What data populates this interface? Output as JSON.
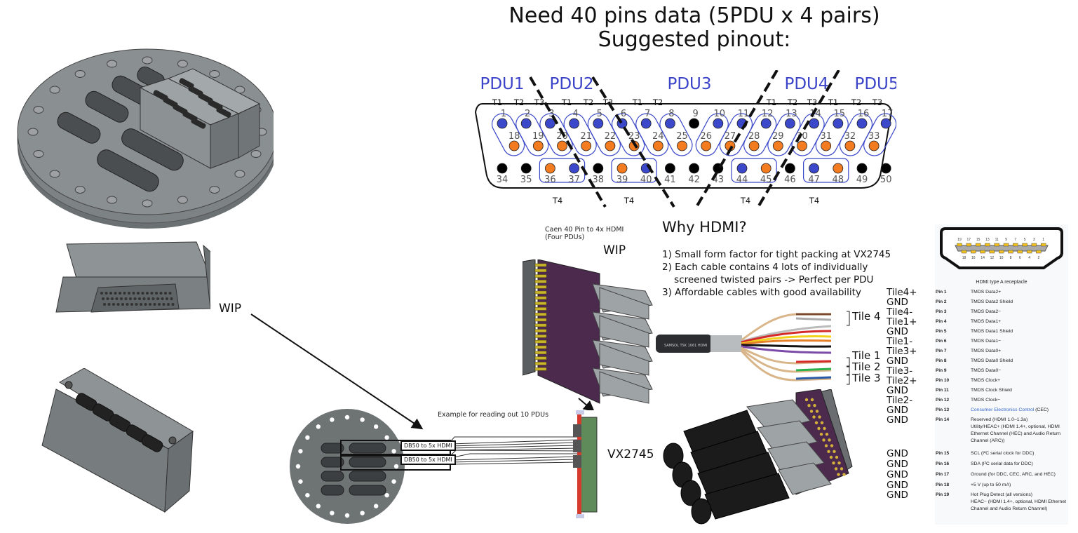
{
  "title": {
    "line1": "Need 40 pins data (5PDU x 4 pairs)",
    "line2": "Suggested pinout:"
  },
  "colors": {
    "pdu_label": "#3b43c8",
    "pin_blue": "#3b48c9",
    "pin_orange": "#f37b20",
    "pin_black": "#000000",
    "pair_outline": "#3b48c9",
    "flange_gray": "#6e7374",
    "hdmi_link": "#3366cc"
  },
  "pinout": {
    "pdu_labels": [
      "PDU1",
      "PDU2",
      "PDU3",
      "PDU4",
      "PDU5"
    ],
    "top_tile_labels": [
      "T1",
      "T2",
      "T3",
      "T1",
      "T2",
      "T3",
      "T1",
      "T2",
      "T1",
      "T2",
      "T3",
      "T1",
      "T2",
      "T3"
    ],
    "bottom_tile_labels": [
      "T4",
      "T4",
      "T4",
      "T4"
    ],
    "row1": [
      {
        "n": "1",
        "c": "blue"
      },
      {
        "n": "2",
        "c": "blue"
      },
      {
        "n": "3",
        "c": "blue"
      },
      {
        "n": "4",
        "c": "blue"
      },
      {
        "n": "5",
        "c": "blue"
      },
      {
        "n": "6",
        "c": "blue"
      },
      {
        "n": "7",
        "c": "blue"
      },
      {
        "n": "8",
        "c": "blue"
      },
      {
        "n": "9",
        "c": "black"
      },
      {
        "n": "10",
        "c": "blue"
      },
      {
        "n": "11",
        "c": "blue"
      },
      {
        "n": "12",
        "c": "blue"
      },
      {
        "n": "13",
        "c": "blue"
      },
      {
        "n": "14",
        "c": "blue"
      },
      {
        "n": "15",
        "c": "blue"
      },
      {
        "n": "16",
        "c": "blue"
      },
      {
        "n": "17",
        "c": "blue"
      }
    ],
    "row2": [
      {
        "n": "18",
        "c": "orange"
      },
      {
        "n": "19",
        "c": "orange"
      },
      {
        "n": "20",
        "c": "orange"
      },
      {
        "n": "21",
        "c": "orange"
      },
      {
        "n": "22",
        "c": "orange"
      },
      {
        "n": "23",
        "c": "orange"
      },
      {
        "n": "24",
        "c": "orange"
      },
      {
        "n": "25",
        "c": "orange"
      },
      {
        "n": "26",
        "c": "orange"
      },
      {
        "n": "27",
        "c": "orange"
      },
      {
        "n": "28",
        "c": "orange"
      },
      {
        "n": "29",
        "c": "orange"
      },
      {
        "n": "30",
        "c": "orange"
      },
      {
        "n": "31",
        "c": "orange"
      },
      {
        "n": "32",
        "c": "orange"
      },
      {
        "n": "33",
        "c": "orange"
      }
    ],
    "row3": [
      {
        "n": "34",
        "c": "black"
      },
      {
        "n": "35",
        "c": "black"
      },
      {
        "n": "36",
        "c": "orange"
      },
      {
        "n": "37",
        "c": "blue"
      },
      {
        "n": "38",
        "c": "black"
      },
      {
        "n": "39",
        "c": "orange"
      },
      {
        "n": "40",
        "c": "blue"
      },
      {
        "n": "41",
        "c": "black"
      },
      {
        "n": "42",
        "c": "black"
      },
      {
        "n": "43",
        "c": "black"
      },
      {
        "n": "44",
        "c": "blue"
      },
      {
        "n": "45",
        "c": "orange"
      },
      {
        "n": "46",
        "c": "black"
      },
      {
        "n": "47",
        "c": "blue"
      },
      {
        "n": "48",
        "c": "orange"
      },
      {
        "n": "49",
        "c": "black"
      },
      {
        "n": "50",
        "c": "black"
      }
    ]
  },
  "labels": {
    "wip_left": "WIP",
    "wip_adapter": "WIP",
    "adapter_caption_line1": "Caen 40 Pin to 4x HDMI",
    "adapter_caption_line2": "(Four PDUs)",
    "example_caption": "Example for reading out 10 PDUs",
    "db50_label_1": "DB50 to 5x HDMI",
    "db50_label_2": "DB50 to 5x HDMI",
    "vx_label": "VX2745",
    "cable_brand": "SAMSOL TSK 1061 HDMI"
  },
  "why_hdmi": {
    "title": "Why HDMI?",
    "items": [
      "1) Small form factor for tight packing at VX2745",
      "2) Each cable contains 4 lots of individually",
      "    screened twisted pairs -> Perfect per PDU",
      "3) Affordable cables with good availability"
    ]
  },
  "cable_tiles": [
    "Tile 4",
    "Tile 1",
    "Tile 2",
    "Tile 3"
  ],
  "hdmi_receptacle": {
    "caption": "HDMI type A receptacle",
    "top_pins": [
      "19",
      "17",
      "15",
      "13",
      "11",
      "9",
      "7",
      "5",
      "3",
      "1"
    ],
    "bottom_pins": [
      "18",
      "16",
      "14",
      "12",
      "10",
      "8",
      "6",
      "4",
      "2"
    ]
  },
  "hdmi_pins": [
    {
      "assign": "Tile4+",
      "pin": "Pin 1",
      "desc": "TMDS Data2+"
    },
    {
      "assign": "GND",
      "pin": "Pin 2",
      "desc": "TMDS Data2 Shield"
    },
    {
      "assign": "Tile4-",
      "pin": "Pin 3",
      "desc": "TMDS Data2−"
    },
    {
      "assign": "Tile1+",
      "pin": "Pin 4",
      "desc": "TMDS Data1+"
    },
    {
      "assign": "GND",
      "pin": "Pin 5",
      "desc": "TMDS Data1 Shield"
    },
    {
      "assign": "Tile1-",
      "pin": "Pin 6",
      "desc": "TMDS Data1−"
    },
    {
      "assign": "Tile3+",
      "pin": "Pin 7",
      "desc": "TMDS Data0+"
    },
    {
      "assign": "GND",
      "pin": "Pin 8",
      "desc": "TMDS Data0 Shield"
    },
    {
      "assign": "Tile3-",
      "pin": "Pin 9",
      "desc": "TMDS Data0−"
    },
    {
      "assign": "Tile2+",
      "pin": "Pin 10",
      "desc": "TMDS Clock+"
    },
    {
      "assign": "GND",
      "pin": "Pin 11",
      "desc": "TMDS Clock Shield"
    },
    {
      "assign": "Tile2-",
      "pin": "Pin 12",
      "desc": "TMDS Clock−"
    },
    {
      "assign": "GND",
      "pin": "Pin 13",
      "desc_link": "Consumer Electronics Control",
      "desc": " (CEC)"
    },
    {
      "assign": "GND",
      "pin": "Pin 14",
      "desc": "Reserved (HDMI 1.0–1.3a)",
      "desc2": "Utility/HEAC+ (HDMI 1.4+, optional, HDMI Ethernet Channel (HEC) and Audio Return Channel (ARC))"
    },
    {
      "assign": "GND",
      "pin": "Pin 15",
      "desc": "SCL (I²C serial clock for DDC)"
    },
    {
      "assign": "GND",
      "pin": "Pin 16",
      "desc": "SDA (I²C serial data for DDC)"
    },
    {
      "assign": "GND",
      "pin": "Pin 17",
      "desc": "Ground (for DDC, CEC, ARC, and HEC)"
    },
    {
      "assign": "GND",
      "pin": "Pin 18",
      "desc": "+5 V (up to 50 mA)"
    },
    {
      "assign": "GND",
      "pin": "Pin 19",
      "desc": "Hot Plug Detect (all versions)",
      "desc2": "HEAC− (HDMI 1.4+, optional, HDMI Ethernet Channel and Audio Return Channel)"
    }
  ]
}
